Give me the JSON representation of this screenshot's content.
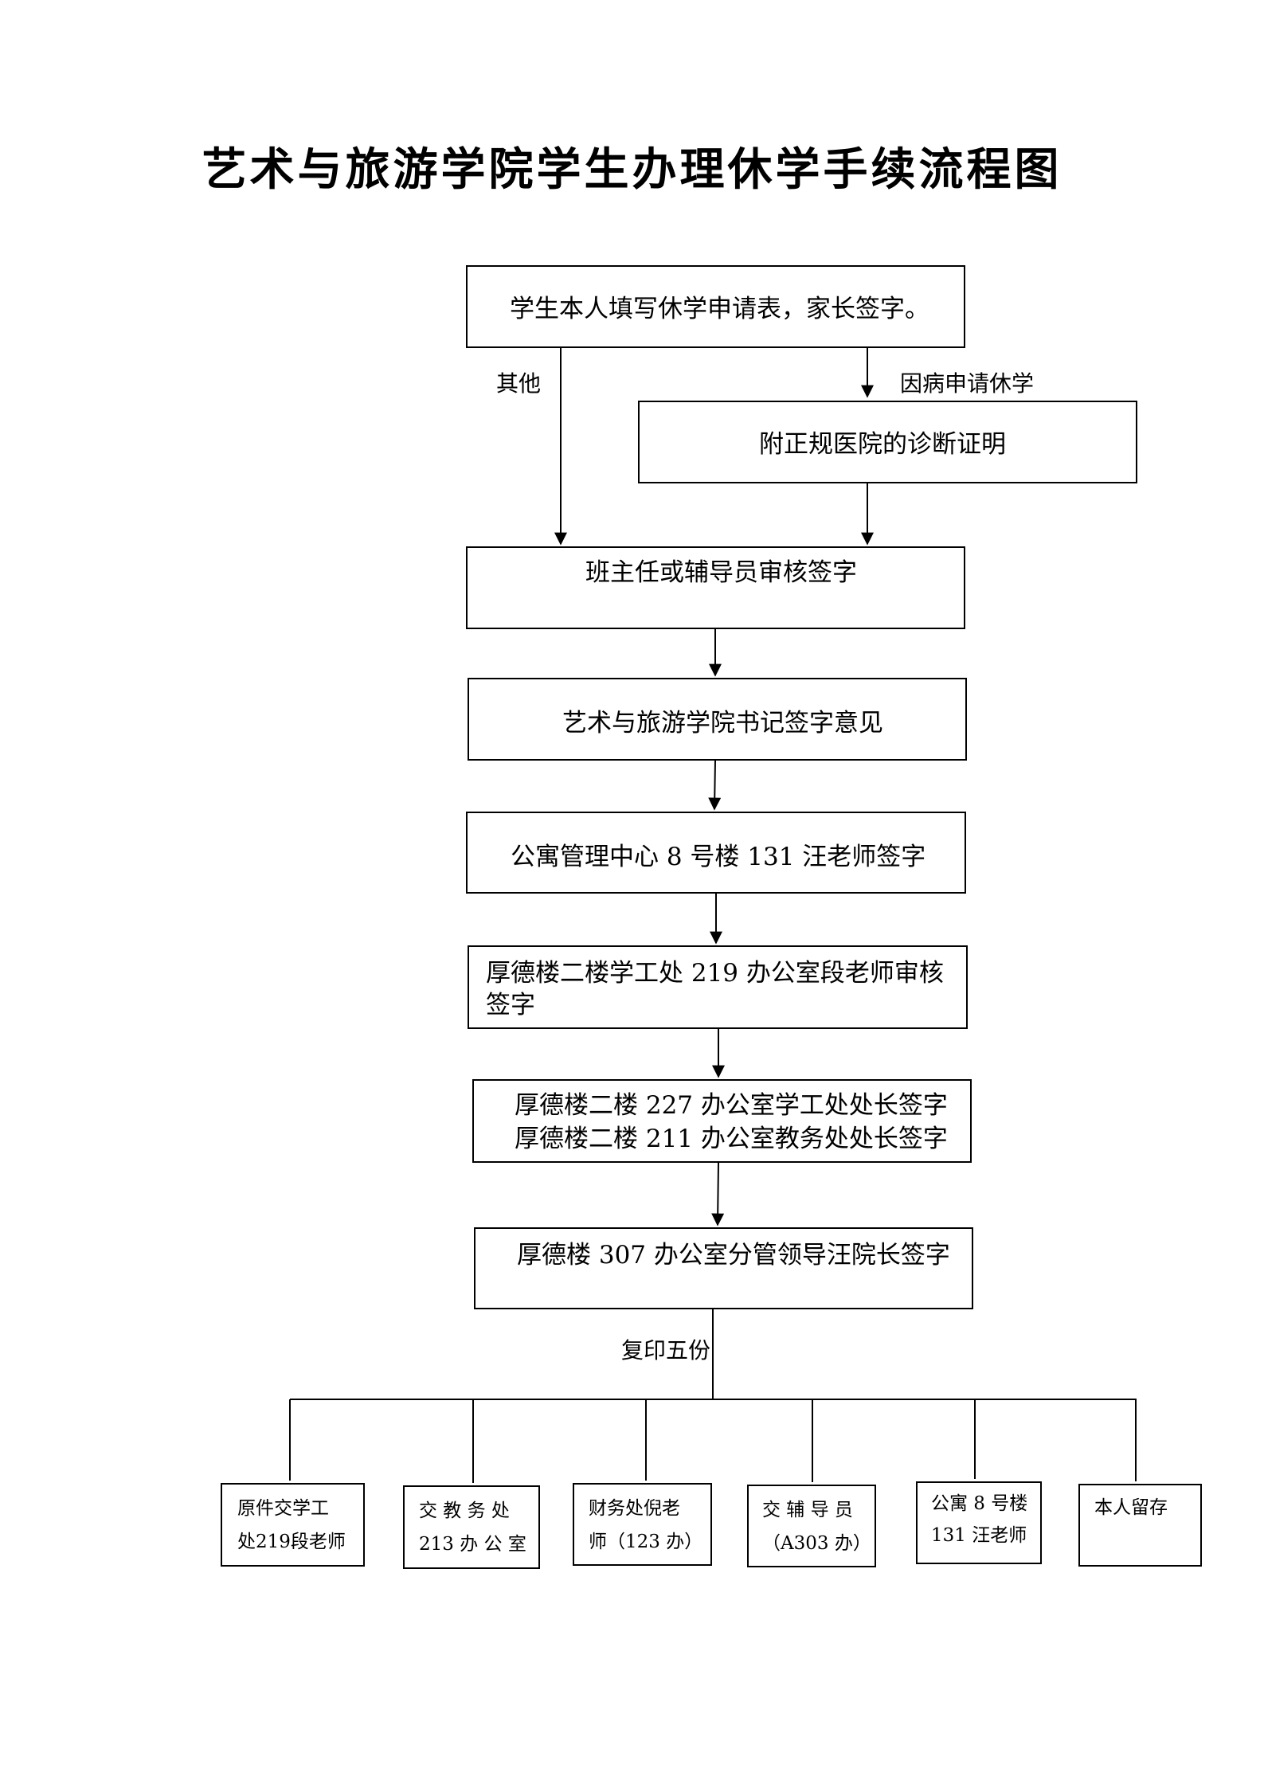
{
  "title": "艺术与旅游学院学生办理休学手续流程图",
  "steps": {
    "apply": "学生本人填写休学申请表，家长签字。",
    "branch_other": "其他",
    "branch_sick": "因病申请休学",
    "diagnosis": "附正规医院的诊断证明",
    "counselor": "班主任或辅导员审核签字",
    "secretary": "艺术与旅游学院书记签字意见",
    "apartment": "公寓管理中心 8 号楼 131 汪老师签字",
    "affairs_duan_1": "厚德楼二楼学工处 219 办公室段老师审核",
    "affairs_duan_2": "签字",
    "heads_1": "厚德楼二楼 227 办公室学工处处长签字",
    "heads_2": "厚德楼二楼 211 办公室教务处处长签字",
    "vice_dean": "厚德楼 307 办公室分管领导汪院长签字",
    "copies": "复印五份"
  },
  "distribution": [
    {
      "line1": "原件交学工",
      "line2": "处219段老师"
    },
    {
      "line1": "交 教 务 处",
      "line2": "213 办 公 室"
    },
    {
      "line1": "财务处倪老",
      "line2": "师（123 办）"
    },
    {
      "line1": "交 辅 导 员",
      "line2": "（A303 办）"
    },
    {
      "line1": "公寓 8 号楼",
      "line2": "131 汪老师"
    },
    {
      "line1": "本人留存",
      "line2": ""
    }
  ]
}
